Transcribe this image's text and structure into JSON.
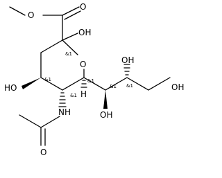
{
  "molecule": {
    "atoms": {
      "o_carbonyl_ester": "O",
      "o_ester": "O",
      "oh_c2": "OH",
      "o_ring": "O",
      "ho_c4": "HO",
      "nh": "NH",
      "o_amide": "O",
      "h_c6": "H",
      "oh_c7": "OH",
      "oh_c8": "OH",
      "oh_c9": "OH"
    },
    "stereo_labels": {
      "c2": "&1",
      "c4": "&1",
      "c5": "&1",
      "c6": "&1",
      "c7": "&1",
      "c8": "&1"
    }
  }
}
